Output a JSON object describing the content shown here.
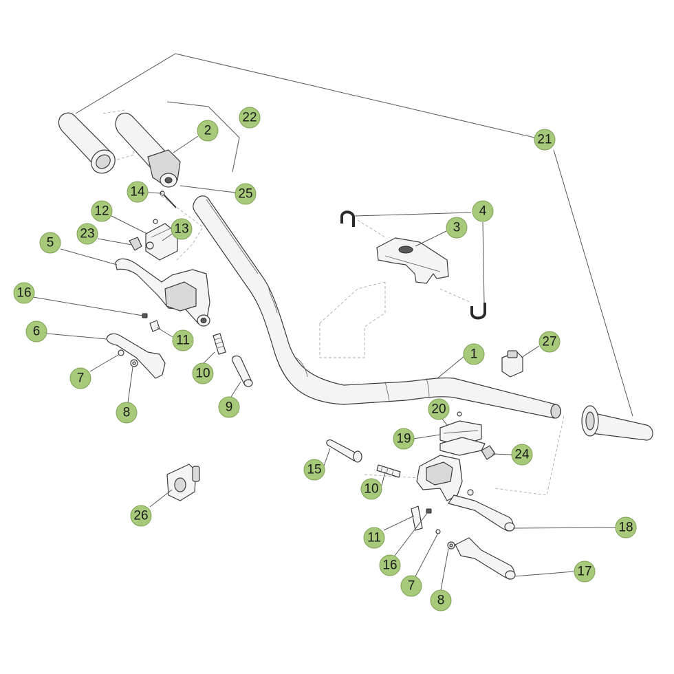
{
  "callouts": [
    {
      "id": "c1",
      "label": "1"
    },
    {
      "id": "c2",
      "label": "2"
    },
    {
      "id": "c3",
      "label": "3"
    },
    {
      "id": "c4",
      "label": "4"
    },
    {
      "id": "c5",
      "label": "5"
    },
    {
      "id": "c6",
      "label": "6"
    },
    {
      "id": "c7a",
      "label": "7"
    },
    {
      "id": "c7b",
      "label": "7"
    },
    {
      "id": "c8a",
      "label": "8"
    },
    {
      "id": "c8b",
      "label": "8"
    },
    {
      "id": "c9",
      "label": "9"
    },
    {
      "id": "c10a",
      "label": "10"
    },
    {
      "id": "c10b",
      "label": "10"
    },
    {
      "id": "c11a",
      "label": "11"
    },
    {
      "id": "c11b",
      "label": "11"
    },
    {
      "id": "c12",
      "label": "12"
    },
    {
      "id": "c13",
      "label": "13"
    },
    {
      "id": "c14",
      "label": "14"
    },
    {
      "id": "c15",
      "label": "15"
    },
    {
      "id": "c16a",
      "label": "16"
    },
    {
      "id": "c16b",
      "label": "16"
    },
    {
      "id": "c17",
      "label": "17"
    },
    {
      "id": "c18",
      "label": "18"
    },
    {
      "id": "c19",
      "label": "19"
    },
    {
      "id": "c20",
      "label": "20"
    },
    {
      "id": "c21",
      "label": "21"
    },
    {
      "id": "c22",
      "label": "22"
    },
    {
      "id": "c23",
      "label": "23"
    },
    {
      "id": "c24",
      "label": "24"
    },
    {
      "id": "c25",
      "label": "25"
    },
    {
      "id": "c26",
      "label": "26"
    },
    {
      "id": "c27",
      "label": "27"
    }
  ],
  "colors": {
    "callout_fill": "#a7c97a",
    "callout_stroke": "#7fa055",
    "line_art": "#3a3a3a",
    "background": "#ffffff"
  }
}
